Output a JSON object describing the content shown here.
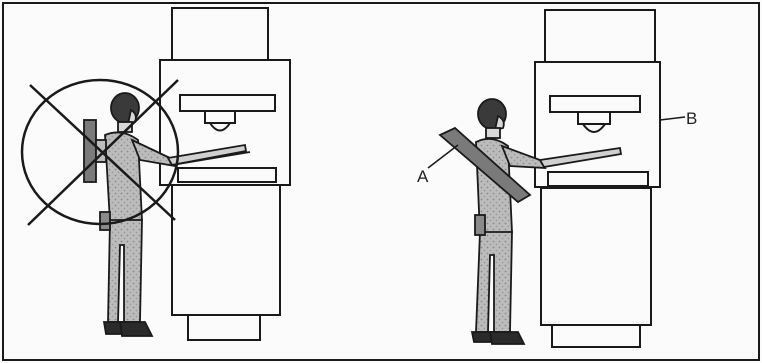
{
  "labels": {
    "a": "A",
    "b": "B"
  },
  "panels": {
    "left": {
      "icon": "prohibited-symbol"
    },
    "right": {
      "icon": "correct-posture"
    }
  },
  "colors": {
    "line": "#1a1a1a",
    "fill_grey": "#bdbdbd",
    "fill_dark": "#7a7a7a",
    "paper": "#fbfbfb"
  }
}
